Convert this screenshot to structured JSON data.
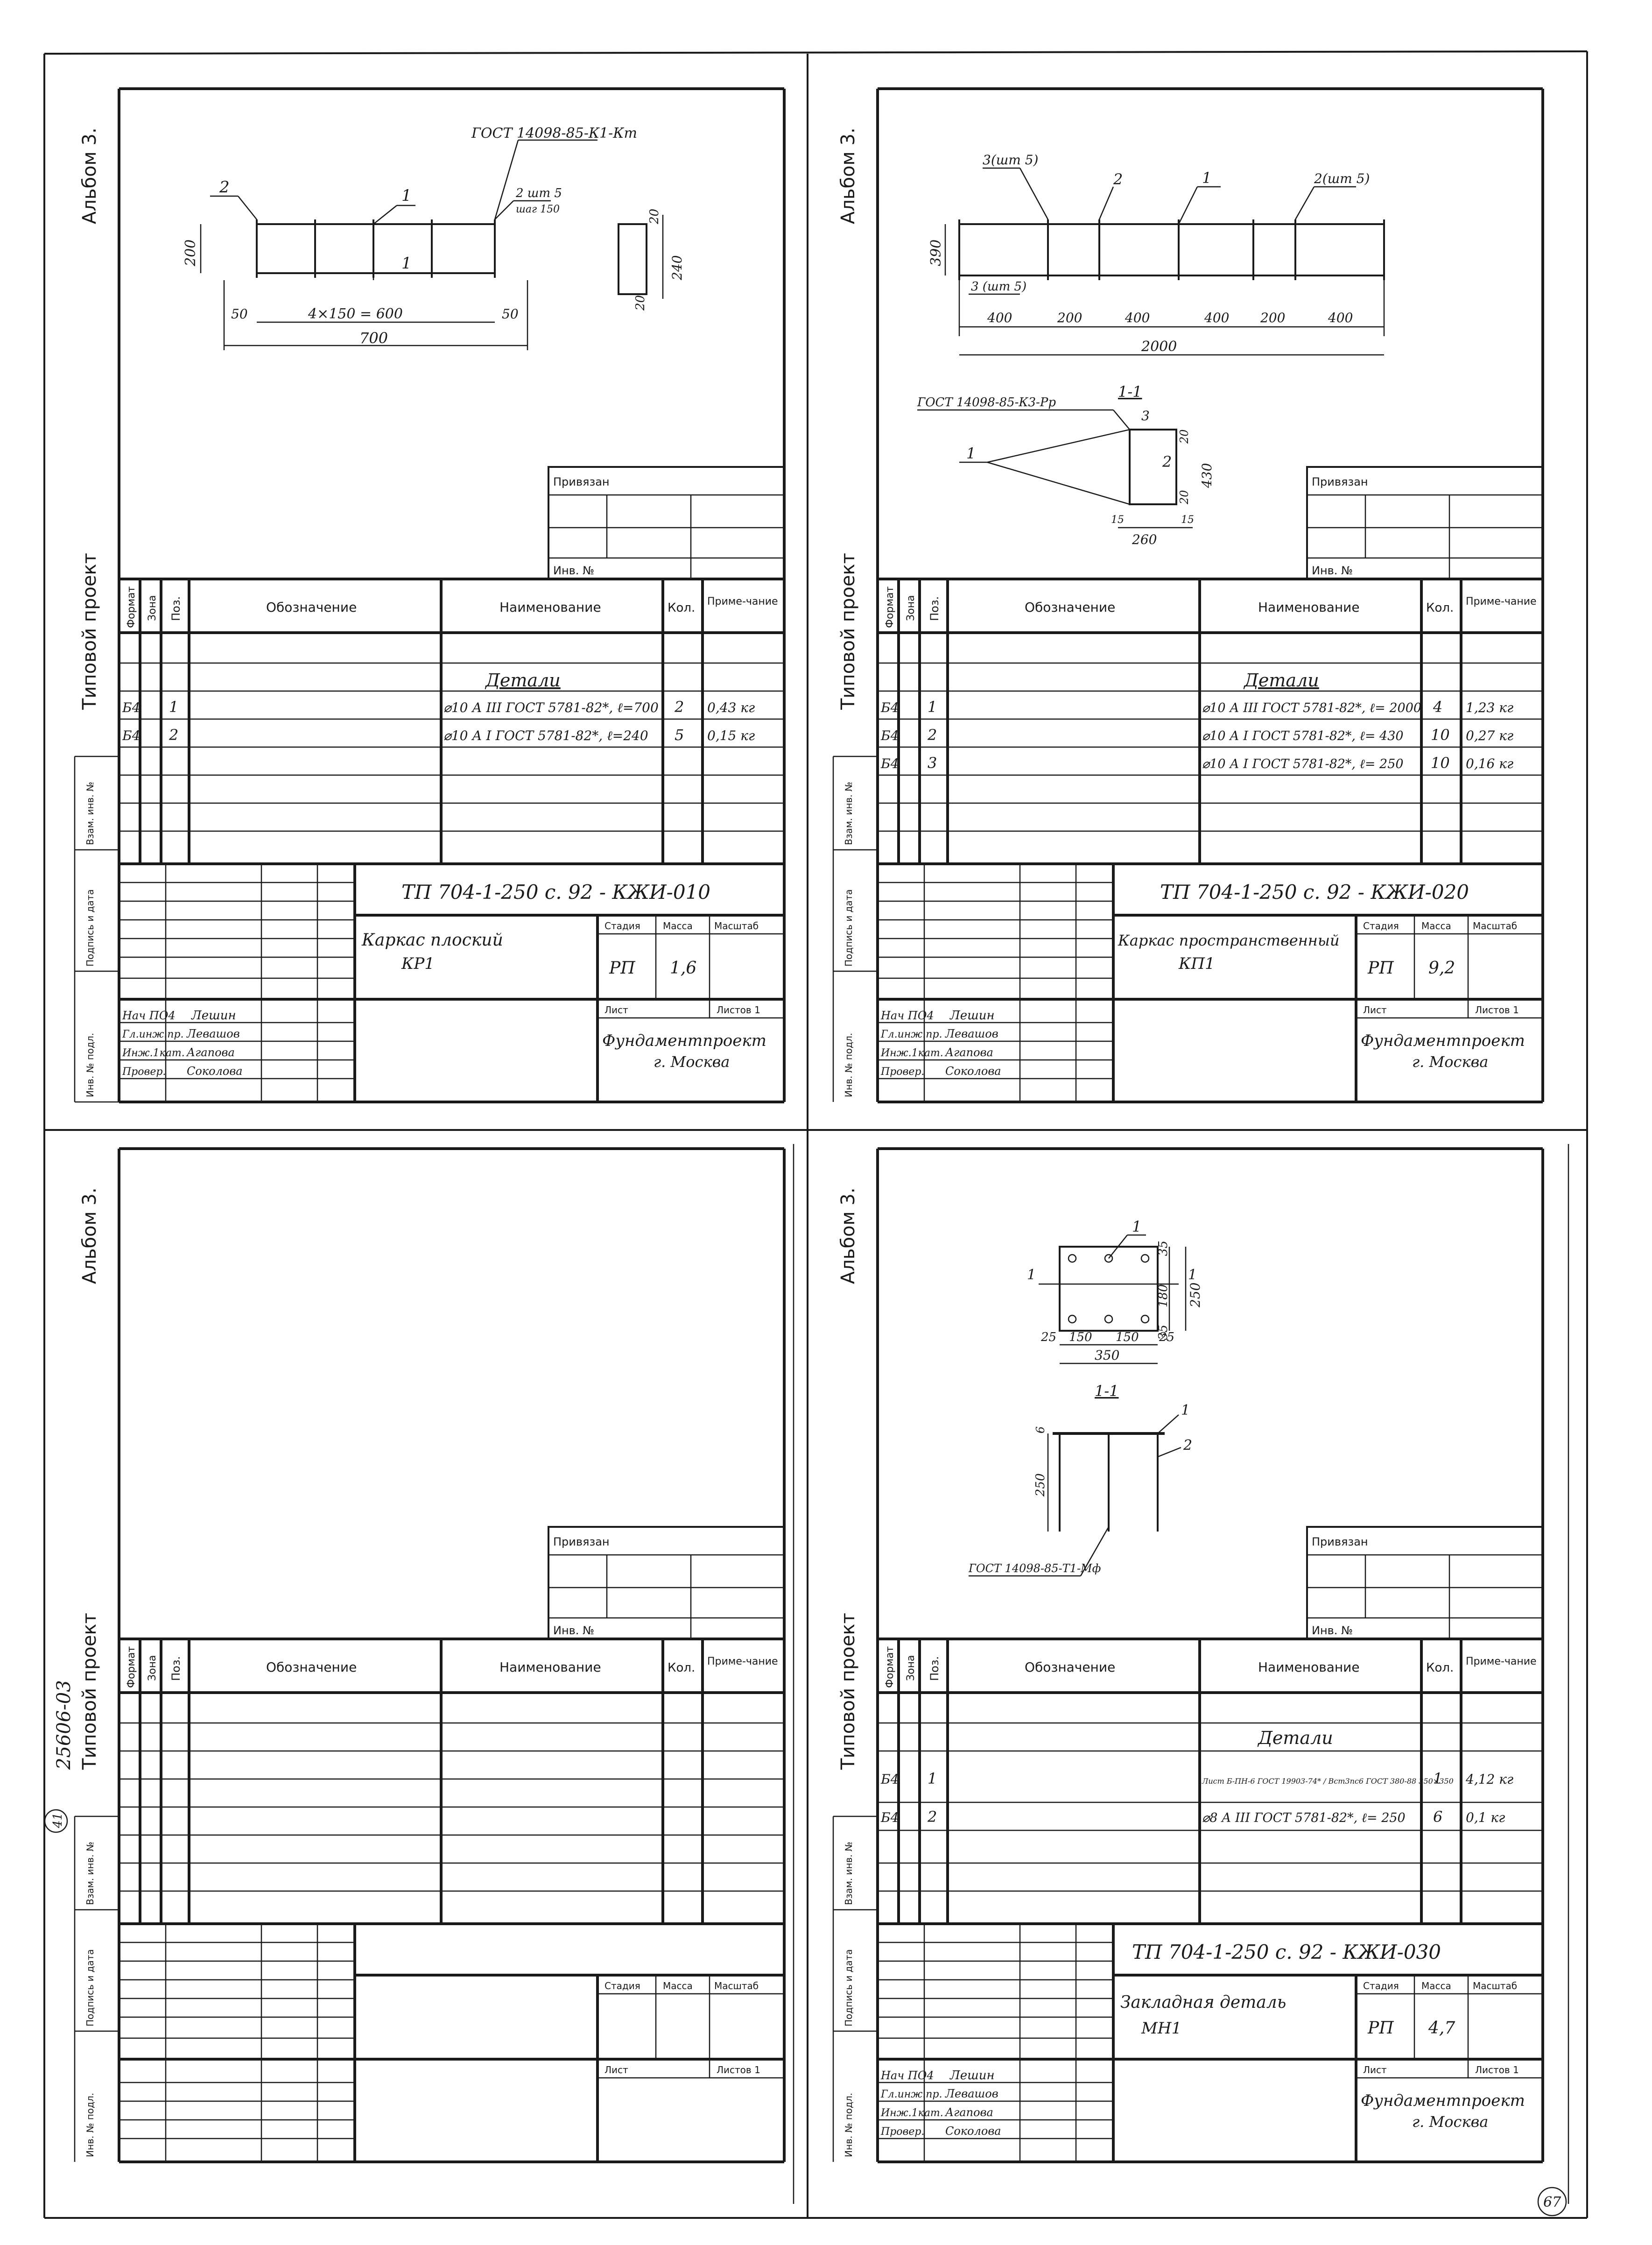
{
  "album_label": "Альбом 3.",
  "project_label": "Типовой проект",
  "project_stamp": "25606-03",
  "page_number": "41",
  "corner_number": "67",
  "bind_label": "Привязан",
  "inv_label": "Инв. №",
  "side_labels": [
    "Взам. инв. №",
    "Подпись и дата",
    "Инв. № подл."
  ],
  "spec_headers": {
    "format": "Формат",
    "zone": "Зона",
    "pos": "Поз.",
    "designation": "Обозначение",
    "name": "Наименование",
    "qty": "Кол.",
    "note": "Приме-чание"
  },
  "title_block_labels": {
    "stage": "Стадия",
    "mass": "Масса",
    "scale": "Масштаб",
    "sheet": "Лист",
    "sheets": "Листов 1"
  },
  "people": [
    {
      "role": "Нач ПО4",
      "name": "Лешин"
    },
    {
      "role": "Гл.инж.пр.",
      "name": "Левашов"
    },
    {
      "role": "Инж.1кат.",
      "name": "Агапова"
    },
    {
      "role": "Провер.",
      "name": "Соколова"
    }
  ],
  "sheets": [
    {
      "code": "ТП 704-1-250 с. 92 - КЖИ-010",
      "title": "Каркас плоский",
      "mark": "КР1",
      "stage": "РП",
      "mass": "1,6",
      "org": "Фундаментпроект",
      "city": "г. Москва",
      "section": "Детали",
      "rows": [
        {
          "format": "Б4",
          "pos": "1",
          "name": "⌀10 А III ГОСТ 5781-82*, ℓ=700",
          "qty": "2",
          "note": "0,43 кг"
        },
        {
          "format": "Б4",
          "pos": "2",
          "name": "⌀10 А I ГОСТ 5781-82*, ℓ=240",
          "qty": "5",
          "note": "0,15 кг"
        }
      ],
      "drawing": {
        "gost": "ГОСТ 14098-85-К1-Кт",
        "pos1": "1",
        "pos2": "2",
        "pitch": "2 шт 5",
        "pitch2": "шаг 150",
        "dim_height": "200",
        "dim_50a": "50",
        "dim_50b": "50",
        "dim_span": "4×150 = 600",
        "dim_total": "700",
        "sec_20a": "20",
        "sec_240": "240",
        "sec_20b": "20"
      }
    },
    {
      "code": "ТП 704-1-250 с. 92 - КЖИ-020",
      "title": "Каркас пространственный",
      "mark": "КП1",
      "stage": "РП",
      "mass": "9,2",
      "org": "Фундаментпроект",
      "city": "г. Москва",
      "section": "Детали",
      "rows": [
        {
          "format": "Б4",
          "pos": "1",
          "name": "⌀10 А III ГОСТ 5781-82*, ℓ= 2000",
          "qty": "4",
          "note": "1,23 кг"
        },
        {
          "format": "Б4",
          "pos": "2",
          "name": "⌀10 А I ГОСТ 5781-82*, ℓ= 430",
          "qty": "10",
          "note": "0,27 кг"
        },
        {
          "format": "Б4",
          "pos": "3",
          "name": "⌀10 А I ГОСТ 5781-82*, ℓ= 250",
          "qty": "10",
          "note": "0,16 кг"
        }
      ],
      "drawing": {
        "gost": "ГОСТ 14098-85-К3-Рр",
        "lbl_3": "3(шт 5)",
        "lbl_2": "2",
        "lbl_1": "1",
        "lbl_2b": "2(шт 5)",
        "lbl_3b": "3 (шт 5)",
        "dim_390": "390",
        "dims": [
          "400",
          "200",
          "400",
          "400",
          "200",
          "400"
        ],
        "dim_total": "2000",
        "section": "1-1",
        "s_3": "3",
        "s_1": "1",
        "s_2": "2",
        "s_20a": "20",
        "s_430": "430",
        "s_20b": "20",
        "s_15a": "15",
        "s_260": "260",
        "s_15b": "15"
      }
    },
    {
      "code": "",
      "title": "",
      "mark": "",
      "stage": "",
      "mass": "",
      "org": "",
      "city": "",
      "section": "",
      "rows": []
    },
    {
      "code": "ТП 704-1-250 с. 92 - КЖИ-030",
      "title": "Закладная деталь",
      "mark": "МН1",
      "stage": "РП",
      "mass": "4,7",
      "org": "Фундаментпроект",
      "city": "г. Москва",
      "section": "Детали",
      "rows": [
        {
          "format": "Б4",
          "pos": "1",
          "name": "Лист  Б-ПН-6 ГОСТ 19903-74* / Вст3пс6 ГОСТ 380-88  350×350",
          "qty": "1",
          "note": "4,12 кг"
        },
        {
          "format": "Б4",
          "pos": "2",
          "name": "⌀8 А III ГОСТ 5781-82*, ℓ= 250",
          "qty": "6",
          "note": "0,1 кг"
        }
      ],
      "drawing": {
        "gost": "ГОСТ 14098-85-Т1-Мф",
        "lbl_1": "1",
        "lbl_1b": "1",
        "lbl_2": "2",
        "dim_35a": "35",
        "dim_180": "180",
        "dim_250": "250",
        "dim_35b": "35",
        "dims": [
          "25",
          "150",
          "150",
          "25"
        ],
        "dim_total": "350",
        "section": "1-1",
        "cut": "1",
        "s_6": "6",
        "s_250": "250"
      }
    }
  ]
}
